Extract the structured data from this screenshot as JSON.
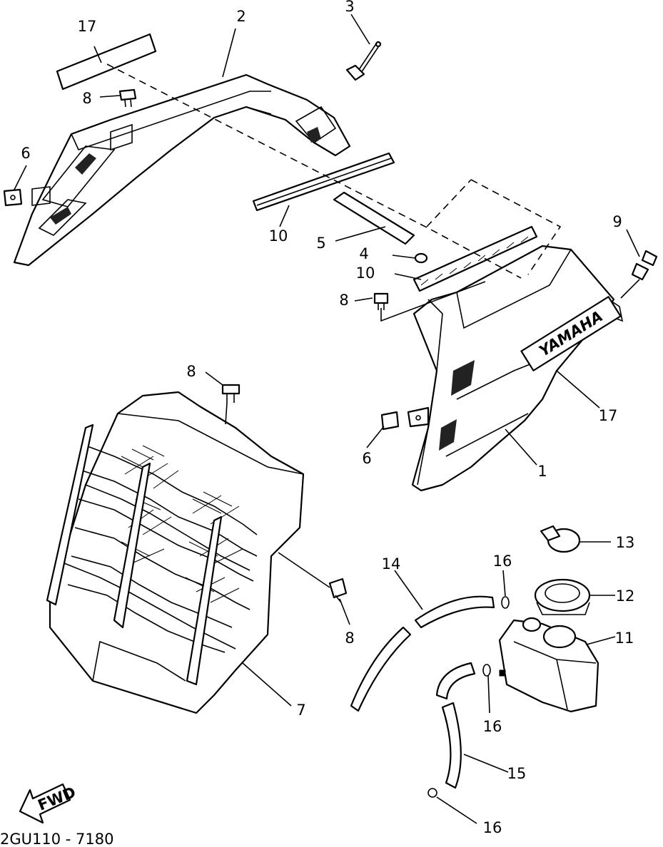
{
  "diagram": {
    "callouts": [
      {
        "id": "17-top",
        "text": "17"
      },
      {
        "id": "2",
        "text": "2"
      },
      {
        "id": "3",
        "text": "3"
      },
      {
        "id": "8-top",
        "text": "8"
      },
      {
        "id": "6-left",
        "text": "6"
      },
      {
        "id": "10-upper",
        "text": "10"
      },
      {
        "id": "5",
        "text": "5"
      },
      {
        "id": "4",
        "text": "4"
      },
      {
        "id": "10-lower",
        "text": "10"
      },
      {
        "id": "8-mid",
        "text": "8"
      },
      {
        "id": "9",
        "text": "9"
      },
      {
        "id": "17-right",
        "text": "17"
      },
      {
        "id": "6-right",
        "text": "6"
      },
      {
        "id": "1",
        "text": "1"
      },
      {
        "id": "8-grille",
        "text": "8"
      },
      {
        "id": "8-side",
        "text": "8"
      },
      {
        "id": "7",
        "text": "7"
      },
      {
        "id": "13",
        "text": "13"
      },
      {
        "id": "12",
        "text": "12"
      },
      {
        "id": "11",
        "text": "11"
      },
      {
        "id": "14",
        "text": "14"
      },
      {
        "id": "16-a",
        "text": "16"
      },
      {
        "id": "16-b",
        "text": "16"
      },
      {
        "id": "15",
        "text": "15"
      },
      {
        "id": "16-c",
        "text": "16"
      }
    ],
    "emblem_text": "YAMAHA",
    "fwd_label": "FWD",
    "catalog_code": "2GU110 - 7180"
  }
}
